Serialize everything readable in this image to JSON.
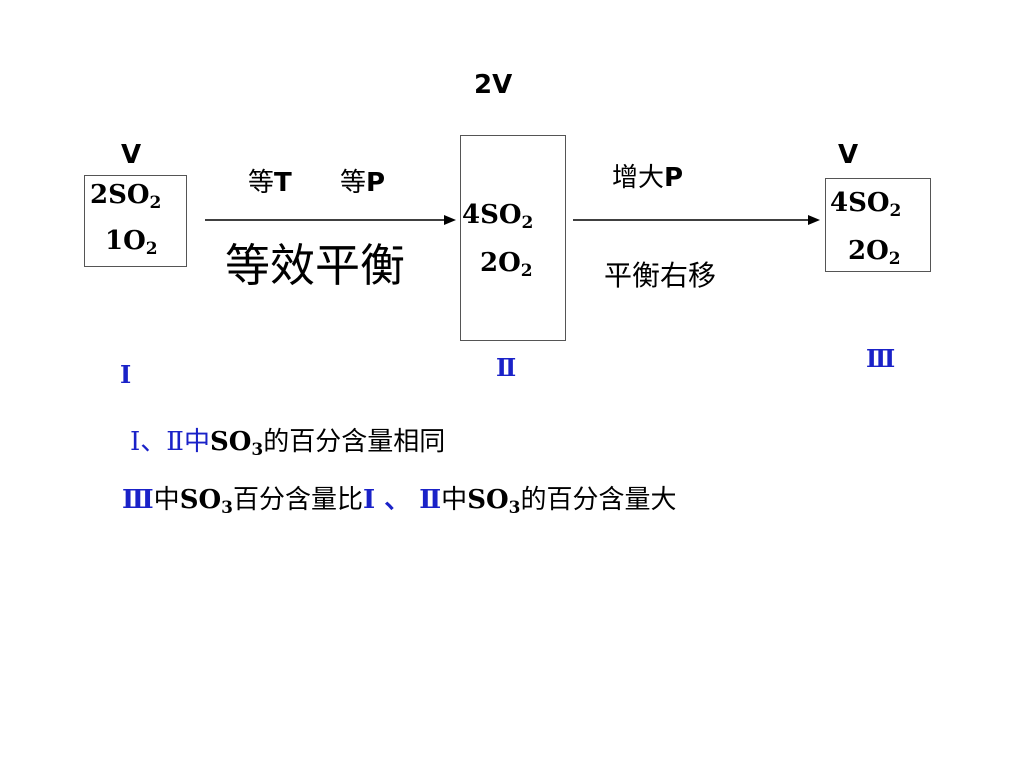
{
  "volume_labels": {
    "container_II": "2V",
    "container_I": "V",
    "container_III": "V"
  },
  "container_I": {
    "line1_coef": "2SO",
    "line1_sub": "2",
    "line2_coef": "1O",
    "line2_sub": "2",
    "label": "Ⅰ"
  },
  "container_II": {
    "line1_coef": "4SO",
    "line1_sub": "2",
    "line2_coef": "2O",
    "line2_sub": "2",
    "label": "Ⅱ"
  },
  "container_III": {
    "line1_coef": "4SO",
    "line1_sub": "2",
    "line2_coef": "2O",
    "line2_sub": "2",
    "label": "Ⅲ"
  },
  "arrow_1": {
    "cond_t_prefix": "等",
    "cond_t_var": "T",
    "cond_p_prefix": "等",
    "cond_p_var": "P",
    "result": "等效平衡"
  },
  "arrow_2": {
    "cond_prefix": "增大",
    "cond_var": "P",
    "result": "平衡右移"
  },
  "conclusions": {
    "line1": {
      "roman": "Ⅰ、Ⅱ中",
      "species": "SO",
      "sub": "3",
      "rest": "的百分含量相同"
    },
    "line2": {
      "roman_a": "Ⅲ",
      "mid_a": "中",
      "species_a": "SO",
      "sub_a": "3",
      "mid_b": "百分含量比",
      "roman_b": "Ⅰ 、 Ⅱ",
      "mid_c": "中",
      "species_b": "SO",
      "sub_b": "3",
      "rest": "的百分含量大"
    }
  },
  "colors": {
    "text": "#000000",
    "roman_numerals": "#1a22c8",
    "box_border": "#555555"
  }
}
